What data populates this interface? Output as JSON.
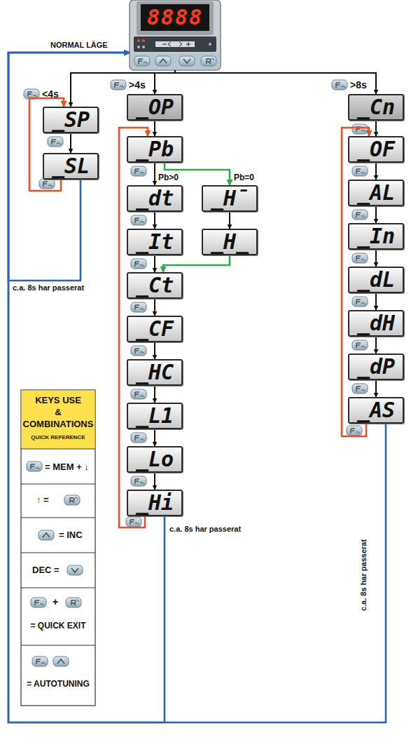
{
  "diagram": {
    "nodes": [
      {
        "text": [
          "8888"
        ]
      },
      {
        "text": [
          "_SP"
        ]
      },
      {
        "text": [
          "_SL"
        ]
      },
      {
        "text": [
          "_OP"
        ]
      },
      {
        "text": [
          "_Pb"
        ]
      },
      {
        "text": [
          "_dt"
        ]
      },
      {
        "text": [
          "_H¯"
        ]
      },
      {
        "text": [
          "_It"
        ]
      },
      {
        "text": [
          "_H_"
        ]
      },
      {
        "text": [
          "_Ct"
        ]
      },
      {
        "text": [
          "_CF"
        ]
      },
      {
        "text": [
          "_HC"
        ]
      },
      {
        "text": [
          "_L1"
        ]
      },
      {
        "text": [
          "_Lo"
        ]
      },
      {
        "text": [
          "_Hi"
        ]
      },
      {
        "text": [
          "_Cn"
        ]
      },
      {
        "text": [
          "_OF"
        ]
      },
      {
        "text": [
          "_AL"
        ]
      },
      {
        "text": [
          "_In"
        ]
      },
      {
        "text": [
          "_dL"
        ]
      },
      {
        "text": [
          "_dH"
        ]
      },
      {
        "text": [
          "_dP"
        ]
      },
      {
        "text": [
          "_AS"
        ]
      }
    ],
    "edges": [
      {
        "from": 0,
        "to": 1,
        "arrow": "to",
        "label": "<4s"
      },
      {
        "from": 0,
        "to": 3,
        "arrow": "to",
        "label": ">4s"
      },
      {
        "from": 0,
        "to": 15,
        "arrow": "to",
        "label": ">8s"
      },
      {
        "from": 1,
        "to": 2,
        "arrow": "to"
      },
      {
        "from": 2,
        "to": 1,
        "arrow": "to"
      },
      {
        "from": 2,
        "to": 0,
        "arrow": "to",
        "label": "c.a. 8s har passerat"
      },
      {
        "from": 3,
        "to": 4,
        "arrow": "to"
      },
      {
        "from": 4,
        "to": 5,
        "arrow": "to",
        "label": "Pb>0"
      },
      {
        "from": 4,
        "to": 6,
        "arrow": "to",
        "label": "Pb=0"
      },
      {
        "from": 5,
        "to": 7,
        "arrow": "to"
      },
      {
        "from": 6,
        "to": 8,
        "arrow": "to"
      },
      {
        "from": 7,
        "to": 9,
        "arrow": "to"
      },
      {
        "from": 8,
        "to": 9,
        "arrow": "to"
      },
      {
        "from": 9,
        "to": 10,
        "arrow": "to"
      },
      {
        "from": 10,
        "to": 11,
        "arrow": "to"
      },
      {
        "from": 11,
        "to": 12,
        "arrow": "to"
      },
      {
        "from": 12,
        "to": 13,
        "arrow": "to"
      },
      {
        "from": 13,
        "to": 14,
        "arrow": "to"
      },
      {
        "from": 14,
        "to": 4,
        "arrow": "to"
      },
      {
        "from": 14,
        "to": 0,
        "arrow": "to",
        "label": "c.a. 8s har passerat"
      },
      {
        "from": 15,
        "to": 16,
        "arrow": "to"
      },
      {
        "from": 16,
        "to": 17,
        "arrow": "to"
      },
      {
        "from": 17,
        "to": 18,
        "arrow": "to"
      },
      {
        "from": 18,
        "to": 19,
        "arrow": "to"
      },
      {
        "from": 19,
        "to": 20,
        "arrow": "to"
      },
      {
        "from": 20,
        "to": 21,
        "arrow": "to"
      },
      {
        "from": 21,
        "to": 22,
        "arrow": "to"
      },
      {
        "from": 22,
        "to": 16,
        "arrow": "to"
      },
      {
        "from": 22,
        "to": 0,
        "arrow": "to",
        "label": "c.a. 8s har passerat"
      }
    ],
    "labels": [
      "NORMAL LÄGE",
      "KEYS USE",
      "&",
      "COMBINATIONS",
      "QUICK REFERENCE",
      "= MEM + ↓",
      "↑ =",
      "= INC",
      "DEC =",
      "+",
      "= QUICK EXIT",
      "= AUTOTUNING"
    ]
  }
}
